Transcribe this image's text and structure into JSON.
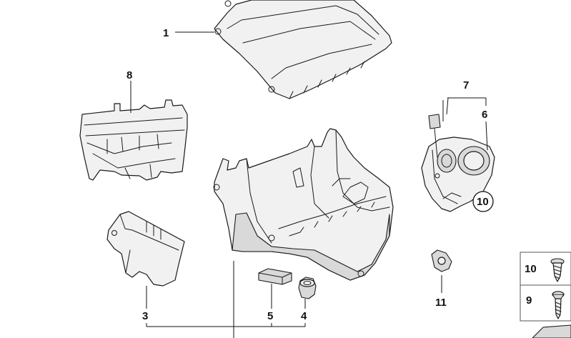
{
  "callouts": [
    {
      "id": "1",
      "label": "1"
    },
    {
      "id": "3",
      "label": "3"
    },
    {
      "id": "4",
      "label": "4"
    },
    {
      "id": "5",
      "label": "5"
    },
    {
      "id": "6",
      "label": "6"
    },
    {
      "id": "7",
      "label": "7"
    },
    {
      "id": "8",
      "label": "8"
    },
    {
      "id": "10-circle",
      "label": "10"
    },
    {
      "id": "11",
      "label": "11"
    }
  ],
  "fastener_legend": [
    {
      "label": "10",
      "icon": "self-tapping-screw-icon"
    },
    {
      "label": "9",
      "icon": "flat-head-screw-icon"
    }
  ]
}
